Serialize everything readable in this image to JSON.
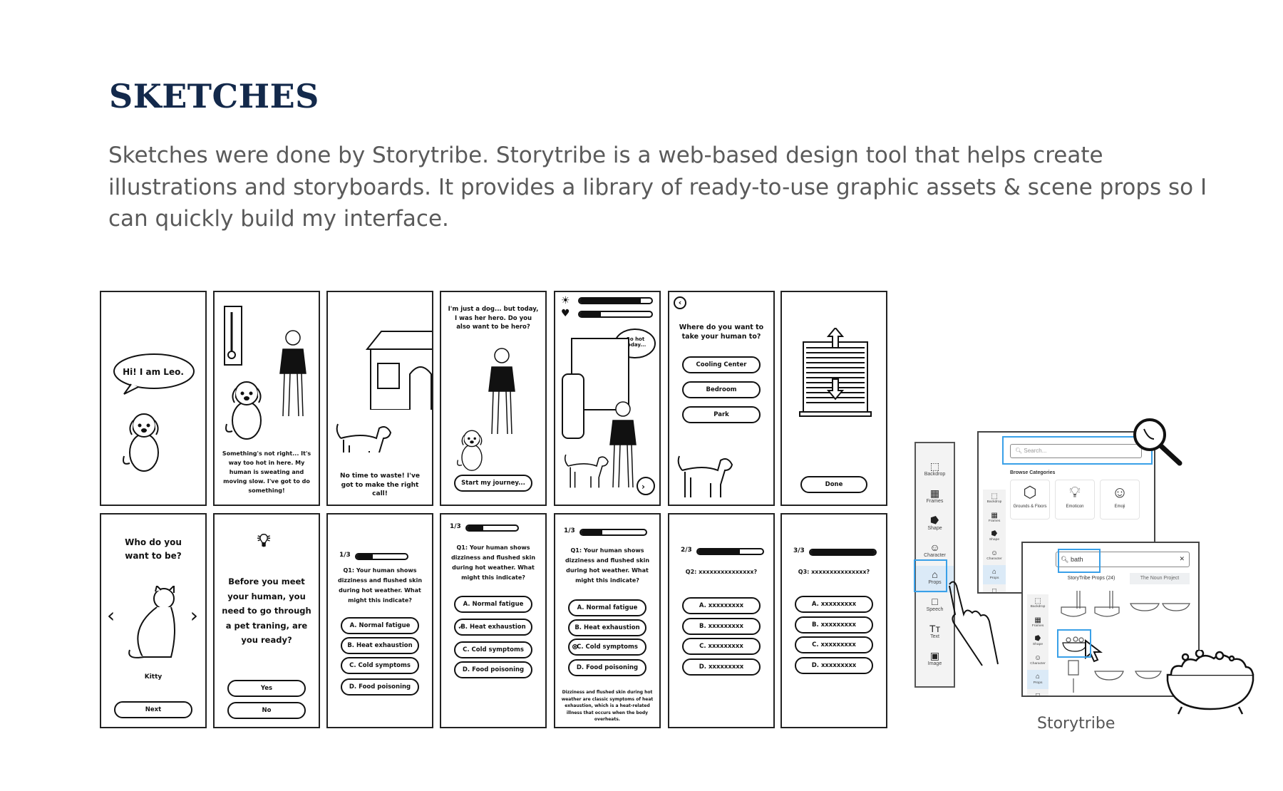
{
  "header": {
    "title": "SKETCHES",
    "intro": "Sketches were done by Storytribe. Storytribe is a web-based design tool that helps create illustrations and storyboards. It provides a library of ready-to-use graphic assets & scene props so I can quickly build my interface."
  },
  "sketches": {
    "top": [
      {
        "bubble": "Hi! I am Leo."
      },
      {
        "text": "Something's not right... It's way too hot in here. My human is sweating and moving slow. I've got to do something!"
      },
      {
        "text": "No time to waste! I've got to make the right call!"
      },
      {
        "text": "I'm just a dog... but today, I was her hero. Do you also want to be hero?",
        "button": "Start my journey..."
      },
      {
        "thought": "So hot today...",
        "heat_level": 0.85,
        "health_level": 0.3
      },
      {
        "text": "Where do you want to take your human to?",
        "options": [
          "Cooling Center",
          "Bedroom",
          "Park"
        ]
      },
      {
        "button": "Done"
      }
    ],
    "bottom": [
      {
        "text": "Who do you want to be?",
        "character": "Kitty",
        "button": "Next"
      },
      {
        "text": "Before you meet your human, you need to go through a pet traning, are you ready?",
        "options": [
          "Yes",
          "No"
        ]
      },
      {
        "step": "1/3",
        "progress": 0.33,
        "text": "Q1: Your human shows dizziness and flushed skin during hot weather. What might this indicate?",
        "options": [
          "A. Normal fatigue",
          "B. Heat exhaustion",
          "C. Cold symptoms",
          "D. Food poisoning"
        ]
      },
      {
        "step": "1/3",
        "progress": 0.33,
        "text": "Q1: Your human shows dizziness and flushed skin during hot weather. What might this indicate?",
        "options": [
          "A. Normal fatigue",
          "B. Heat exhaustion",
          "C. Cold symptoms",
          "D. Food poisoning"
        ],
        "checked": 1
      },
      {
        "step": "1/3",
        "progress": 0.33,
        "text": "Q1: Your human shows dizziness and flushed skin during hot weather. What might this indicate?",
        "options": [
          "A. Normal fatigue",
          "B. Heat exhaustion",
          "C. Cold symptoms",
          "D. Food poisoning"
        ],
        "wrong": 2,
        "explanation": "Dizziness and flushed skin during hot weather are classic symptoms of heat exhaustion, which is a heat-related illness that occurs when the body overheats."
      },
      {
        "step": "2/3",
        "progress": 0.65,
        "text": "Q2: xxxxxxxxxxxxxxx?",
        "options": [
          "A. xxxxxxxxx",
          "B. xxxxxxxxx",
          "C. xxxxxxxxx",
          "D. xxxxxxxxx"
        ]
      },
      {
        "step": "3/3",
        "progress": 1.0,
        "text": "Q3: xxxxxxxxxxxxxxx?",
        "options": [
          "A. xxxxxxxxx",
          "B. xxxxxxxxx",
          "C. xxxxxxxxx",
          "D. xxxxxxxxx"
        ]
      }
    ]
  },
  "storytribe": {
    "sidebar": [
      "Backdrop",
      "Frames",
      "Shape",
      "Character",
      "Props",
      "Speech",
      "Text",
      "Image"
    ],
    "sidebar_icons": [
      "backdrop-icon",
      "frames-icon",
      "shape-icon",
      "character-icon",
      "props-icon",
      "speech-icon",
      "text-icon",
      "image-icon"
    ],
    "active_item": "Props",
    "search_placeholder": "Search...",
    "browse_title": "Browse Categories",
    "categories": [
      "Grounds & Floors",
      "Emoticon",
      "Emoji"
    ],
    "search_value": "bath",
    "tabs": [
      "StoryTribe Props (24)",
      "The Noun Project"
    ],
    "highlight_color": "#39a0e8",
    "caption": "Storytribe"
  }
}
